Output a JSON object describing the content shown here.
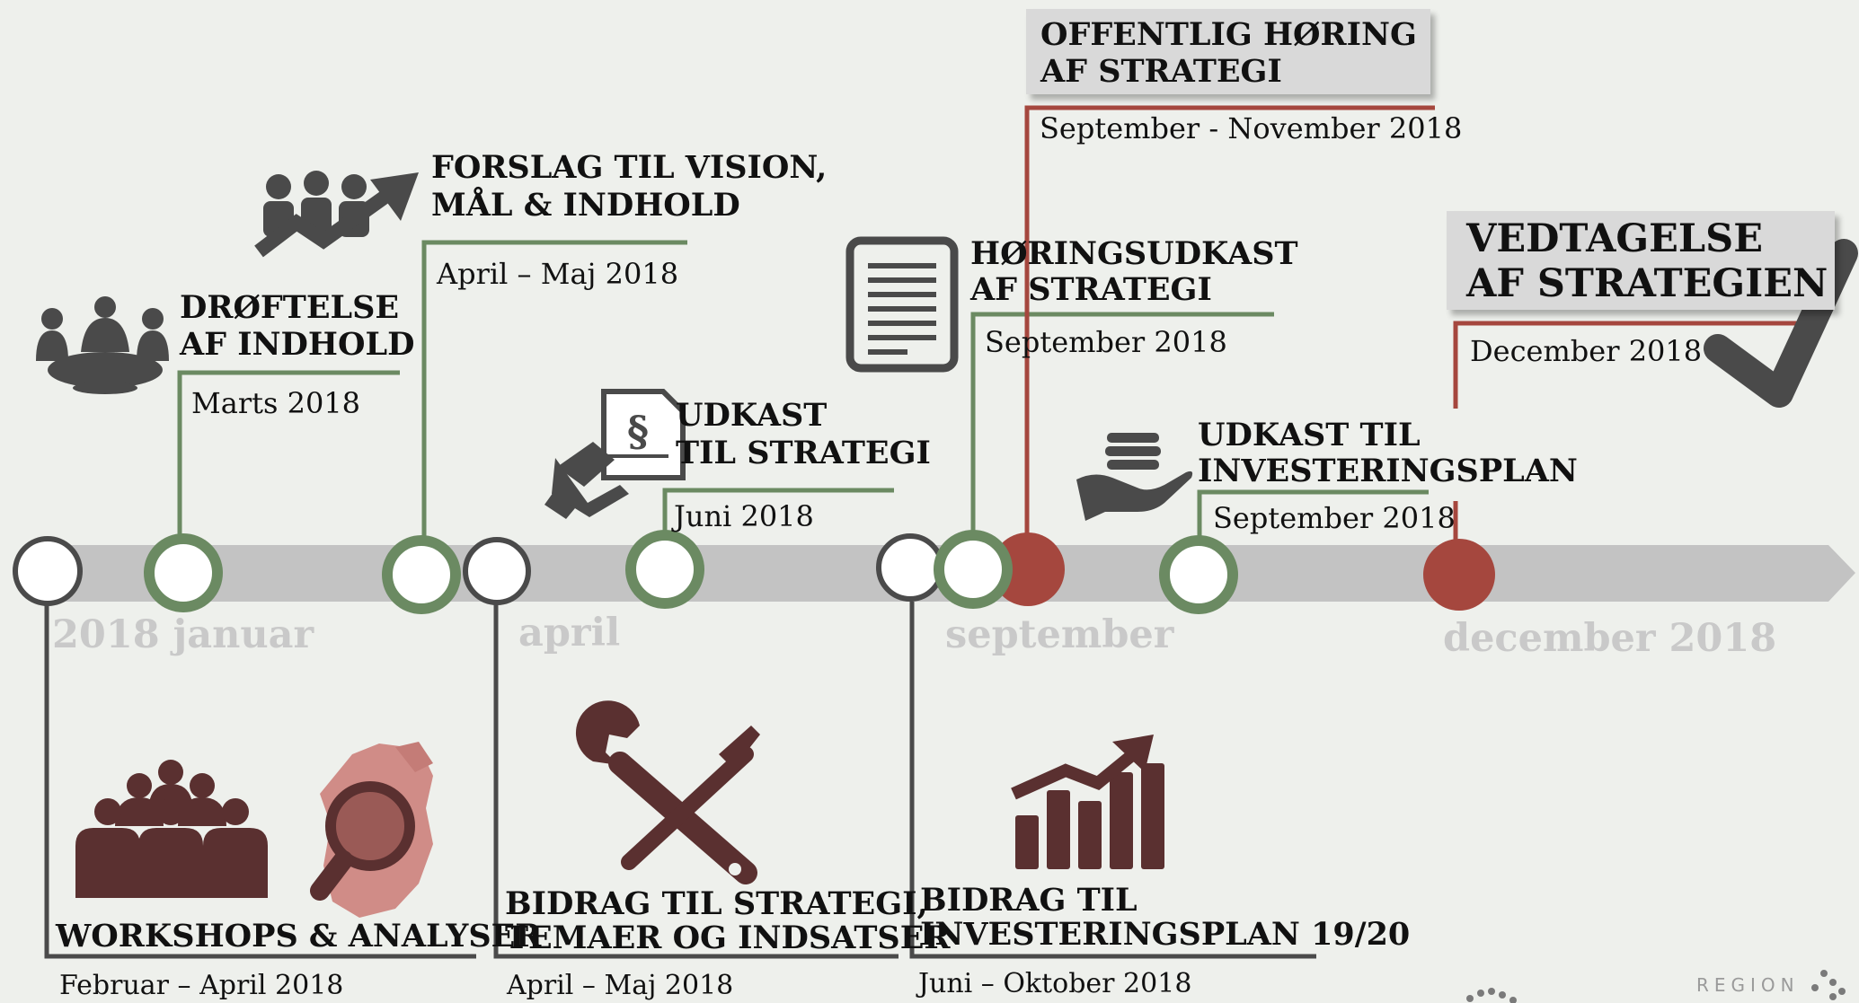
{
  "colors": {
    "green": "#6b8a62",
    "red": "#a5473e",
    "dark": "#4a4a4a",
    "brown": "#5a3030",
    "track": "#c3c3c3",
    "month": "#c9c9c9"
  },
  "months": [
    "2018 januar",
    "april",
    "september",
    "december 2018"
  ],
  "above": [
    {
      "title1": "DRØFTELSE",
      "title2": "AF INDHOLD",
      "date": "Marts 2018",
      "icon": "round-table-meeting-icon"
    },
    {
      "title1": "FORSLAG TIL VISION,",
      "title2": "MÅL & INDHOLD",
      "date": "April – Maj 2018",
      "icon": "growth-team-icon"
    },
    {
      "title1": "UDKAST",
      "title2": "TIL STRATEGI",
      "date": "Juni 2018",
      "icon": "legal-document-hand-icon"
    },
    {
      "title1": "HØRINGSUDKAST",
      "title2": "AF STRATEGI",
      "date": "September 2018",
      "icon": "document-icon"
    },
    {
      "title1": "OFFENTLIG HØRING",
      "title2": "AF STRATEGI",
      "date": "September - November 2018"
    },
    {
      "title1": "UDKAST TIL",
      "title2": "INVESTERINGSPLAN",
      "date": "September 2018",
      "icon": "money-in-hand-icon"
    },
    {
      "title1": "VEDTAGELSE",
      "title2": "AF STRATEGIEN",
      "date": "December 2018",
      "icon": "checkmark-icon"
    }
  ],
  "below": [
    {
      "title": "WORKSHOPS & ANALYSER",
      "date": "Februar – April 2018",
      "icons": [
        "people-group-icon",
        "map-magnifier-icon"
      ]
    },
    {
      "title1": "BIDRAG TIL STRATEGI,",
      "title2": "TEMAER OG INDSATSER",
      "date": "April – Maj 2018",
      "icon": "wrench-screwdriver-icon"
    },
    {
      "title1": "BIDRAG TIL",
      "title2": "INVESTERINGSPLAN 19/20",
      "date": "Juni – Oktober 2018",
      "icon": "bar-chart-growth-icon"
    }
  ],
  "logo": {
    "text": "REGION"
  }
}
